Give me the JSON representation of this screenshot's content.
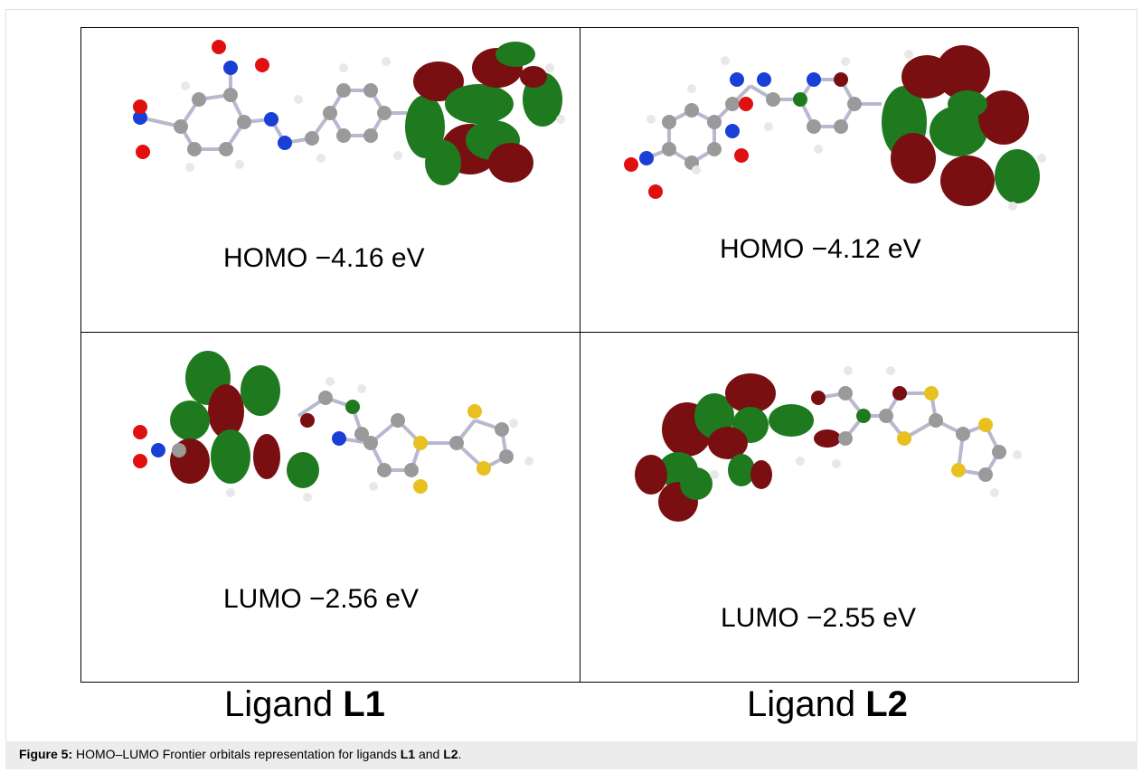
{
  "figure": {
    "panels": [
      {
        "id": "L1-HOMO",
        "label": "HOMO −4.16 eV"
      },
      {
        "id": "L2-HOMO",
        "label": "HOMO −4.12 eV"
      },
      {
        "id": "L1-LUMO",
        "label": "LUMO −2.56 eV"
      },
      {
        "id": "L2-LUMO",
        "label": "LUMO −2.55 eV"
      }
    ],
    "columns": [
      {
        "prefix": "Ligand ",
        "name": "L1"
      },
      {
        "prefix": "Ligand ",
        "name": "L2"
      }
    ],
    "colors": {
      "lobe_positive": "#1f7a1f",
      "lobe_negative": "#7a0f12",
      "carbon": "#9a9a9a",
      "hydrogen": "#e8e8e8",
      "nitrogen": "#1a3fd6",
      "oxygen": "#e01010",
      "sulfur": "#e8c020",
      "bond": "#b8b8d0"
    }
  },
  "caption": {
    "label": "Figure 5:",
    "text_1": " HOMO–LUMO Frontier orbitals representation for ligands ",
    "ref_1": "L1",
    "text_2": " and ",
    "ref_2": "L2",
    "text_3": "."
  }
}
